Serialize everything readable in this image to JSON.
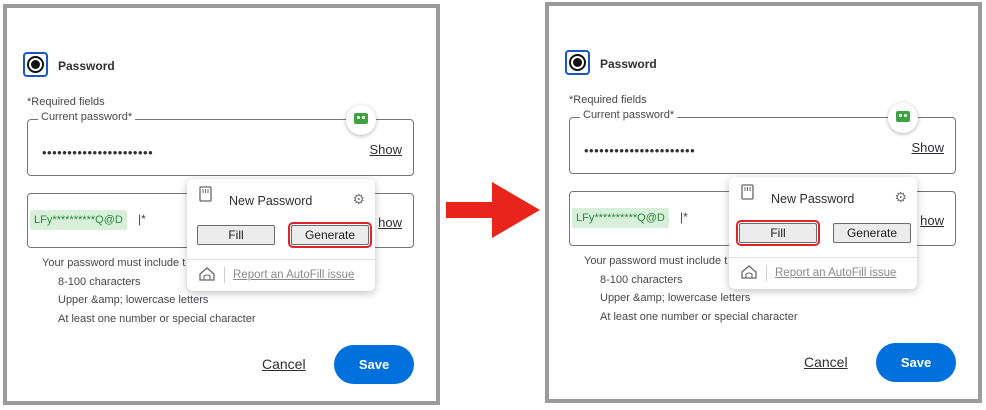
{
  "panels": [
    {
      "title": "Password",
      "required_note": "*Required fields",
      "current_password": {
        "label": "Current password*",
        "value": "••••••••••••••••••••••",
        "show_label": "Show"
      },
      "new_password": {
        "value": "LFy**********Q@D",
        "cursor": "|*",
        "show_label": "how"
      },
      "rules_intro": "Your password must include t",
      "rules": [
        "8-100 characters",
        "Upper &amp; lowercase letters",
        "At least one number or special character"
      ],
      "cancel_label": "Cancel",
      "save_label": "Save",
      "popup": {
        "title": "New Password",
        "fill_label": "Fill",
        "generate_label": "Generate",
        "report_label": "Report an AutoFill issue",
        "highlighted": "generate"
      }
    },
    {
      "title": "Password",
      "required_note": "*Required fields",
      "current_password": {
        "label": "Current password*",
        "value": "••••••••••••••••••••••",
        "show_label": "Show"
      },
      "new_password": {
        "value": "LFy**********Q@D",
        "cursor": "|*",
        "show_label": "how"
      },
      "rules_intro": "Your password must include t",
      "rules": [
        "8-100 characters",
        "Upper &amp; lowercase letters",
        "At least one number or special character"
      ],
      "cancel_label": "Cancel",
      "save_label": "Save",
      "popup": {
        "title": "New Password",
        "fill_label": "Fill",
        "generate_label": "Generate",
        "report_label": "Report an AutoFill issue",
        "highlighted": "fill"
      }
    }
  ],
  "icons": {
    "header": "password-lock-icon",
    "extension": "robot-extension-icon",
    "keypass": "password-generator-icon",
    "settings": "gear-icon",
    "home": "home-icon",
    "transition": "right-arrow-icon"
  },
  "colors": {
    "save_button": "#0071dc",
    "highlight": "#e0222a",
    "arrow": "#e8241c",
    "generated_chip": "#d8f0d9",
    "extension_icon": "#3fa142"
  }
}
